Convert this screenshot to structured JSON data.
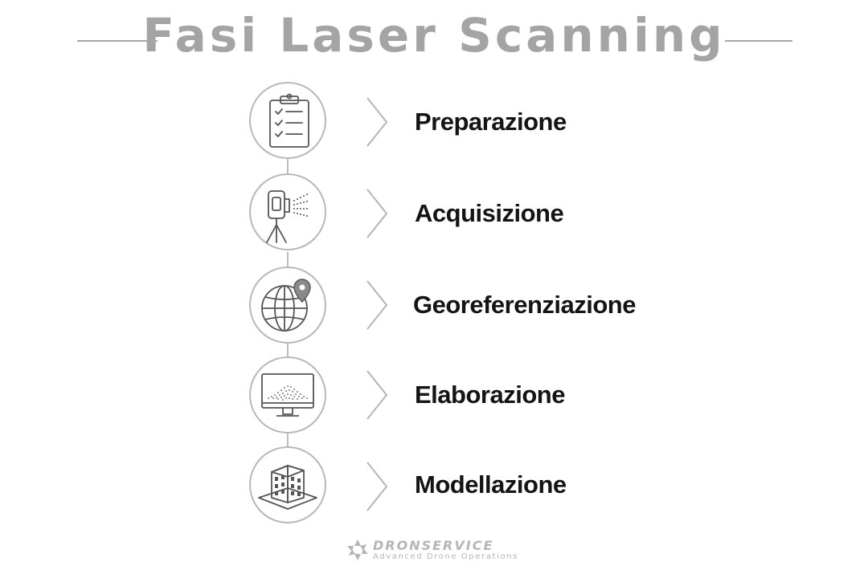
{
  "title": "Fasi Laser Scanning",
  "steps": [
    {
      "label": "Preparazione",
      "icon": "clipboard-checklist-icon"
    },
    {
      "label": "Acquisizione",
      "icon": "laser-scanner-tripod-icon"
    },
    {
      "label": "Georeferenziazione",
      "icon": "globe-location-pin-icon"
    },
    {
      "label": "Elaborazione",
      "icon": "monitor-point-cloud-icon"
    },
    {
      "label": "Modellazione",
      "icon": "building-3d-icon"
    }
  ],
  "logo": {
    "name": "DRONSERVICE",
    "tagline": "Advanced Drone Operations"
  },
  "colors": {
    "title": "#a4a4a4",
    "label": "#141414",
    "outline": "#b8b8b8",
    "icon_stroke": "#555555"
  }
}
